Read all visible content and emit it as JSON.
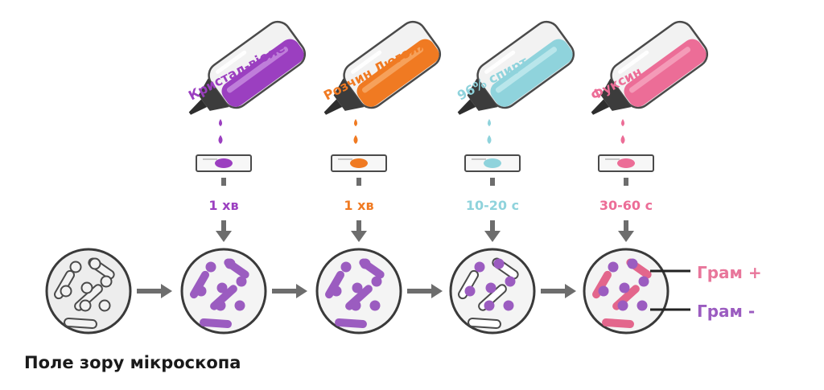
{
  "steps": [
    {
      "reagent": "Кристал-віолет",
      "time": "1 хв",
      "color": "#9b3fc0",
      "light": "#c88ee0"
    },
    {
      "reagent": "Розчин Люголя",
      "time": "1 хв",
      "color": "#f07a22",
      "light": "#f7ab6a"
    },
    {
      "reagent": "96% спирт",
      "time": "10-20 с",
      "color": "#8fd3dc",
      "light": "#c3ebef"
    },
    {
      "reagent": "Фуксин",
      "time": "30-60 с",
      "color": "#ec6d97",
      "light": "#f6a6c1"
    }
  ],
  "labels": {
    "gram_pos": "Грам +",
    "gram_neg": "Грам -",
    "caption": "Поле зору мікроскопа"
  },
  "colors": {
    "violet_cell": "#9b5cc0",
    "pink_cell": "#e3668c",
    "outline": "#4a4a4a",
    "arrow": "#6d6d6d",
    "gram_pos": "#e8769b",
    "gram_neg": "#9b5cc0"
  }
}
